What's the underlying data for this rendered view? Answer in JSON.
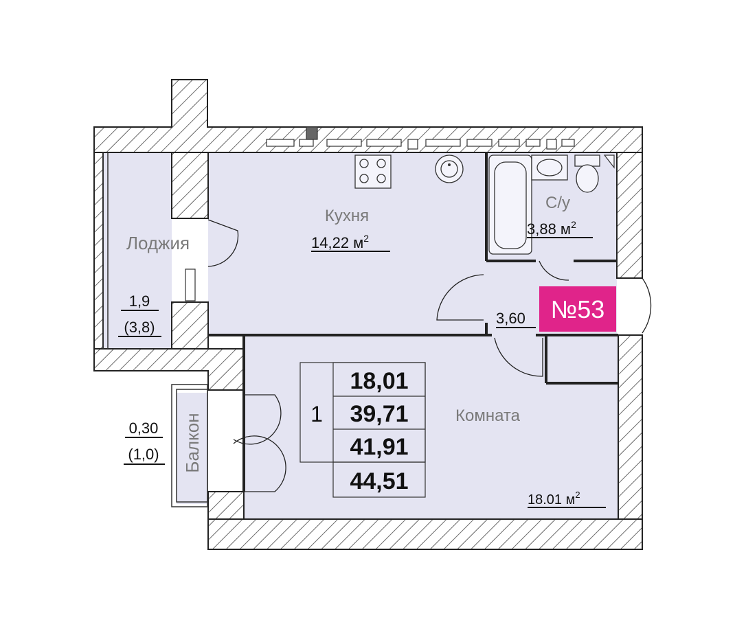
{
  "apartment": {
    "number_label": "№53",
    "badge_color": "#e0248a",
    "room_count": "1"
  },
  "rooms": {
    "kitchen": {
      "name": "Кухня",
      "area": "14,22 м",
      "sup": "2"
    },
    "bathroom": {
      "name": "С/у",
      "area": "3,88 м",
      "sup": "2"
    },
    "hall": {
      "area": "3,60"
    },
    "living": {
      "name": "Комната",
      "area": "18.01 м",
      "sup": "2"
    },
    "loggia": {
      "name": "Лоджия",
      "area": "1,9",
      "area2": "(3,8)"
    },
    "balcony": {
      "name": "Балкон",
      "area": "0,30",
      "area2": "(1,0)"
    }
  },
  "summary": {
    "values": [
      "18,01",
      "39,71",
      "41,91",
      "44,51"
    ]
  },
  "colors": {
    "room_fill": "#e4e4f2",
    "wall_fill": "#ffffff",
    "wall_hatch": "#444444"
  }
}
